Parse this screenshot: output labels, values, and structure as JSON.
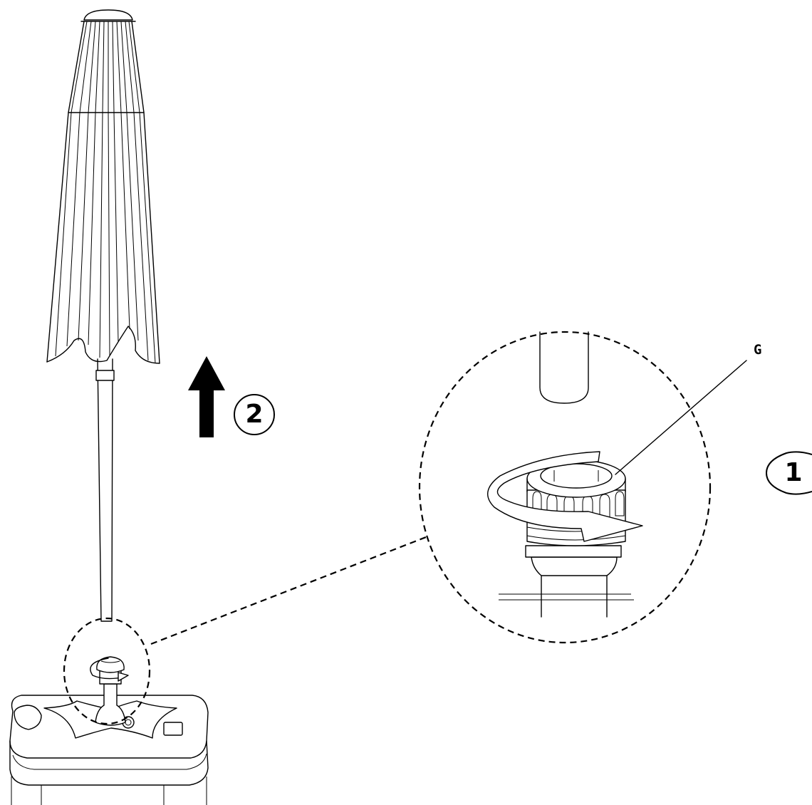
{
  "steps": [
    {
      "number": "2"
    },
    {
      "number": "1"
    }
  ],
  "callouts": {
    "part_label": "G"
  }
}
